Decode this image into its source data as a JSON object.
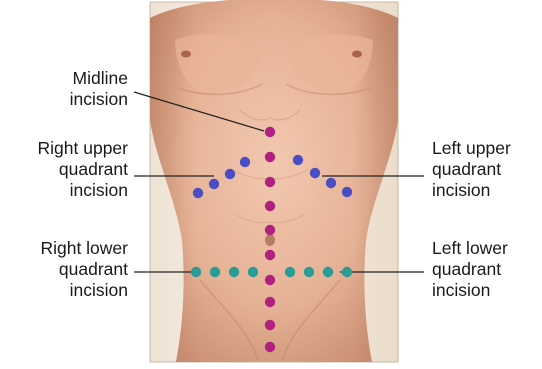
{
  "colors": {
    "midline": "#b0207f",
    "upper": "#4a4dc3",
    "lower": "#2a9c96",
    "skin": "#e8b79d",
    "leader": "#222222"
  },
  "labels": {
    "midline": [
      "Midline",
      "incision"
    ],
    "right_upper": [
      "Right upper",
      "quadrant",
      "incision"
    ],
    "left_upper": [
      "Left upper",
      "quadrant",
      "incision"
    ],
    "right_lower": [
      "Right lower",
      "quadrant",
      "incision"
    ],
    "left_lower": [
      "Left lower",
      "quadrant",
      "incision"
    ]
  }
}
